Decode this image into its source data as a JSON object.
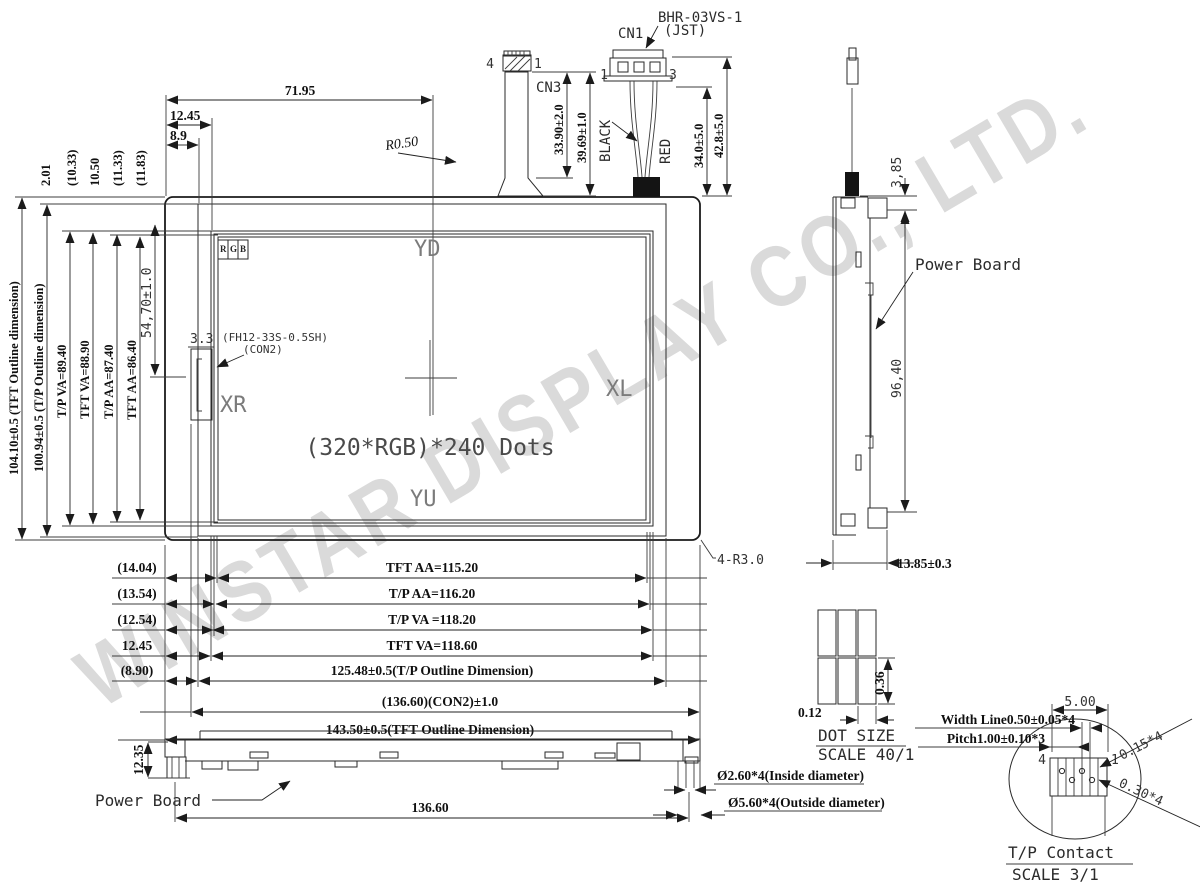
{
  "watermark": {
    "text": "WINSTAR DISPLAY CO., LTD."
  },
  "top_dims": {
    "w7195": "71.95",
    "w1245": "12.45",
    "w89": "8.9",
    "r050": "R0.50"
  },
  "cn3": {
    "label": "CN3",
    "pin_left": "4",
    "pin_right": "1",
    "len_inner": "33.90±2.0",
    "len_outer": "39.69±1.0"
  },
  "cn1": {
    "label": "CN1",
    "part": "BHR-03VS-1",
    "maker": "(JST)",
    "pin_left": "1",
    "pin_right": "3",
    "wire_black": "BLACK",
    "wire_red": "RED",
    "len_inner": "34.0±5.0",
    "len_outer": "42.8±5.0"
  },
  "left_dims": {
    "gap_tp": "2.01",
    "gap_tpva": "(10.33)",
    "gap_tftva": "10.50",
    "gap_tpaa": "(11.33)",
    "gap_tftaa": "(11.83)",
    "tft_outline": "104.10±0.5 (TFT Outline dimension)",
    "tp_outline": "100.94±0.5 (T/P Outline dimension)",
    "tp_va": "T/P VA=89.40",
    "tft_va": "TFT VA=88.90",
    "tp_aa": "T/P AA=87.40",
    "tft_aa": "TFT AA=86.40",
    "center": "54,70±1.0"
  },
  "front": {
    "seg_r": "R",
    "seg_g": "G",
    "seg_b": "B",
    "yd": "YD",
    "xr": "XR",
    "xl": "XL",
    "yu": "YU",
    "resolution": "(320*RGB)*240 Dots",
    "con2_width": "3.3",
    "con2_part": "(FH12-33S-0.5SH)",
    "con2_name": "(CON2)"
  },
  "bottom_dims": {
    "l1": "(14.04)",
    "v1": "TFT AA=115.20",
    "l2": "(13.54)",
    "v2": "T/P AA=116.20",
    "l3": "(12.54)",
    "v3": "T/P VA =118.20",
    "l4": "12.45",
    "v4": "TFT VA=118.60",
    "l5": "(8.90)",
    "v5": "125.48±0.5(T/P Outline Dimension)",
    "v6": "(136.60)(CON2)±1.0",
    "v7": "143.50±0.5(TFT Outline Dimension)",
    "corner_radius": "4-R3.0"
  },
  "side_view": {
    "offset": "3,85",
    "power_board": "Power Board",
    "height": "96,40",
    "thickness": "13.85±0.3"
  },
  "dot_detail": {
    "dot_width": "0.12",
    "dot_height": "0.36",
    "title": "DOT SIZE",
    "scale": "SCALE 40/1"
  },
  "tp_contact": {
    "width": "5.00",
    "width_line": "Width Line0.50±0.05*4",
    "pitch": "Pitch1.00±0.10*3",
    "trace": "0.15*4",
    "hole": "0.30*4",
    "pin_left": "4",
    "pin_right": "1",
    "title": "T/P Contact",
    "scale": "SCALE 3/1"
  },
  "bottom_view": {
    "height": "12.35",
    "power_board": "Power Board",
    "width": "136.60",
    "inside_dia": "Ø2.60*4(Inside diameter)",
    "outside_dia": "Ø5.60*4(Outside diameter)"
  }
}
